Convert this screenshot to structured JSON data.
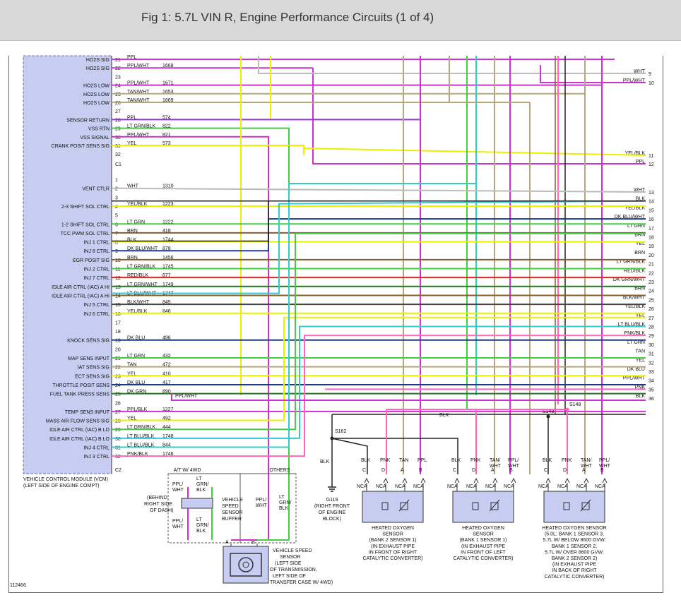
{
  "title": "Fig 1: 5.7L VIN R, Engine Performance Circuits (1 of 4)",
  "figure_number": "112466",
  "vcm": {
    "label_line1": "VEHICLE CONTROL MODULE (VCM)",
    "label_line2": "(LEFT SIDE OF ENGINE COMPT)"
  },
  "connector_c1": {
    "name": "C1",
    "pins": [
      {
        "label": "HO2S SIG",
        "pin": "21",
        "wire": "PPL",
        "circuit": "",
        "color": "#cc33cc"
      },
      {
        "label": "HO2S SIG",
        "pin": "22",
        "wire": "PPL/WHT",
        "circuit": "1668",
        "color": "#cc33cc"
      },
      {
        "label": "",
        "pin": "23",
        "wire": "",
        "circuit": "",
        "color": ""
      },
      {
        "label": "HO2S LOW",
        "pin": "24",
        "wire": "PPL/WHT",
        "circuit": "1671",
        "color": "#cc33cc"
      },
      {
        "label": "HO2S LOW",
        "pin": "25",
        "wire": "TAN/WHT",
        "circuit": "1653",
        "color": "#b5a77c"
      },
      {
        "label": "HO2S LOW",
        "pin": "26",
        "wire": "TAN/WHT",
        "circuit": "1669",
        "color": "#b5a77c"
      },
      {
        "label": "",
        "pin": "27",
        "wire": "",
        "circuit": "",
        "color": ""
      },
      {
        "label": "SENSOR RETURN",
        "pin": "28",
        "wire": "PPL",
        "circuit": "574",
        "color": "#9933cc"
      },
      {
        "label": "VSS RTN",
        "pin": "29",
        "wire": "LT GRN/BLK",
        "circuit": "822",
        "color": "#44cc44"
      },
      {
        "label": "VSS SIGNAL",
        "pin": "30",
        "wire": "PPL/WHT",
        "circuit": "821",
        "color": "#cc33cc"
      },
      {
        "label": "CRANK POSIT SENS SIG",
        "pin": "31",
        "wire": "YEL",
        "circuit": "573",
        "color": "#eeee00"
      },
      {
        "label": "",
        "pin": "32",
        "wire": "",
        "circuit": "",
        "color": ""
      }
    ]
  },
  "connector_c2": {
    "name": "C2",
    "pins": [
      {
        "label": "",
        "pin": "1",
        "wire": "",
        "circuit": "",
        "color": ""
      },
      {
        "label": "VENT CTLR",
        "pin": "2",
        "wire": "WHT",
        "circuit": "1310",
        "color": "#bbbbbb"
      },
      {
        "label": "",
        "pin": "3",
        "wire": "",
        "circuit": "",
        "color": ""
      },
      {
        "label": "2-3 SHIFT SOL CTRL",
        "pin": "4",
        "wire": "YEL/BLK",
        "circuit": "1223",
        "color": "#eeee00"
      },
      {
        "label": "",
        "pin": "5",
        "wire": "",
        "circuit": "",
        "color": ""
      },
      {
        "label": "1-2 SHIFT SOL CTRL",
        "pin": "6",
        "wire": "LT GRN",
        "circuit": "1222",
        "color": "#44cc44"
      },
      {
        "label": "TCC PWM SOL CTRL",
        "pin": "7",
        "wire": "BRN",
        "circuit": "418",
        "color": "#8b5a2b"
      },
      {
        "label": "INJ 1 CTRL",
        "pin": "8",
        "wire": "BLK",
        "circuit": "1744",
        "color": "#222222"
      },
      {
        "label": "INJ 8 CTRL",
        "pin": "9",
        "wire": "DK BLU/WHT",
        "circuit": "878",
        "color": "#1a3a8a"
      },
      {
        "label": "EGR POSIT SIG",
        "pin": "10",
        "wire": "BRN",
        "circuit": "1456",
        "color": "#8b5a2b"
      },
      {
        "label": "INJ 2 CTRL",
        "pin": "11",
        "wire": "LT GRN/BLK",
        "circuit": "1745",
        "color": "#44cc44"
      },
      {
        "label": "INJ 7 CTRL",
        "pin": "12",
        "wire": "RED/BLK",
        "circuit": "877",
        "color": "#e82020"
      },
      {
        "label": "IDLE AIR CTRL (IAC) A HI",
        "pin": "13",
        "wire": "LT GRN/WHT",
        "circuit": "1749",
        "color": "#44cc44"
      },
      {
        "label": "IDLE AIR CTRL (IAC) A HI",
        "pin": "14",
        "wire": "LT BLU/WHT",
        "circuit": "1747",
        "color": "#33cccc"
      },
      {
        "label": "INJ 5 CTRL",
        "pin": "15",
        "wire": "BLK/WHT",
        "circuit": "845",
        "color": "#444444"
      },
      {
        "label": "INJ 6 CTRL",
        "pin": "16",
        "wire": "YEL/BLK",
        "circuit": "846",
        "color": "#eeee00"
      },
      {
        "label": "",
        "pin": "17",
        "wire": "",
        "circuit": "",
        "color": ""
      },
      {
        "label": "",
        "pin": "18",
        "wire": "",
        "circuit": "",
        "color": ""
      },
      {
        "label": "KNOCK SENS SIG",
        "pin": "19",
        "wire": "DK BLU",
        "circuit": "496",
        "color": "#1a3a8a"
      },
      {
        "label": "",
        "pin": "20",
        "wire": "",
        "circuit": "",
        "color": ""
      },
      {
        "label": "MAP SENS INPUT",
        "pin": "21",
        "wire": "LT GRN",
        "circuit": "432",
        "color": "#44cc44"
      },
      {
        "label": "IAT SENS SIG",
        "pin": "22",
        "wire": "TAN",
        "circuit": "472",
        "color": "#b5a77c"
      },
      {
        "label": "ECT SENS SIG",
        "pin": "23",
        "wire": "YEL",
        "circuit": "410",
        "color": "#eeee00"
      },
      {
        "label": "THROTTLE POSIT SENS",
        "pin": "24",
        "wire": "DK BLU",
        "circuit": "417",
        "color": "#1a3a8a"
      },
      {
        "label": "FUEL TANK PRESS SENS",
        "pin": "25",
        "wire": "DK GRN",
        "circuit": "890",
        "color": "#1f7a1f"
      },
      {
        "label": "",
        "pin": "26",
        "wire": "",
        "circuit": "",
        "color": ""
      },
      {
        "label": "TEMP SENS INPUT",
        "pin": "27",
        "wire": "PPL/BLK",
        "circuit": "1227",
        "color": "#cc33cc"
      },
      {
        "label": "MASS AIR FLOW SENS SIG",
        "pin": "28",
        "wire": "YEL",
        "circuit": "492",
        "color": "#eeee00"
      },
      {
        "label": "IDLE AIR CTRL (IAC) B LO",
        "pin": "29",
        "wire": "LT GRN/BLK",
        "circuit": "444",
        "color": "#44cc44"
      },
      {
        "label": "IDLE AIR CTRL (IAC) B LO",
        "pin": "30",
        "wire": "LT BLU/BLK",
        "circuit": "1748",
        "color": "#33cccc"
      },
      {
        "label": "INJ 4 CTRL",
        "pin": "31",
        "wire": "LT BLU/BLK",
        "circuit": "844",
        "color": "#33cccc"
      },
      {
        "label": "INJ 3 CTRL",
        "pin": "32",
        "wire": "PNK/BLK",
        "circuit": "1746",
        "color": "#ff66bb"
      }
    ]
  },
  "right_wires": [
    {
      "n": "9",
      "label": "WHT",
      "color": "#bbbbbb"
    },
    {
      "n": "10",
      "label": "PPL/WHT",
      "color": "#cc33cc"
    },
    {
      "n": "11",
      "label": "YEL/BLK",
      "color": "#eeee00"
    },
    {
      "n": "12",
      "label": "PPL",
      "color": "#9933cc"
    },
    {
      "n": "13",
      "label": "WHT",
      "color": "#bbbbbb"
    },
    {
      "n": "14",
      "label": "BLK",
      "color": "#222222"
    },
    {
      "n": "15",
      "label": "YEL/BLK",
      "color": "#eeee00"
    },
    {
      "n": "16",
      "label": "DK BLU/WHT",
      "color": "#1a3a8a"
    },
    {
      "n": "17",
      "label": "LT GRN",
      "color": "#44cc44"
    },
    {
      "n": "18",
      "label": "BRN",
      "color": "#8b5a2b"
    },
    {
      "n": "19",
      "label": "YEL",
      "color": "#eeee00"
    },
    {
      "n": "20",
      "label": "BRN",
      "color": "#8b5a2b"
    },
    {
      "n": "21",
      "label": "LT GRN/BLK",
      "color": "#44cc44"
    },
    {
      "n": "22",
      "label": "RED/BLK",
      "color": "#e82020"
    },
    {
      "n": "23",
      "label": "DK GRN/WHT",
      "color": "#1f7a1f"
    },
    {
      "n": "24",
      "label": "BRN",
      "color": "#8b5a2b"
    },
    {
      "n": "25",
      "label": "BLK/WHT",
      "color": "#444444"
    },
    {
      "n": "26",
      "label": "YEL/BLK",
      "color": "#eeee00"
    },
    {
      "n": "27",
      "label": "YEL",
      "color": "#eeee00"
    },
    {
      "n": "28",
      "label": "LT BLU/BLK",
      "color": "#33cccc"
    },
    {
      "n": "29",
      "label": "PNK/BLK",
      "color": "#ff66bb"
    },
    {
      "n": "30",
      "label": "LT GRN",
      "color": "#44cc44"
    },
    {
      "n": "31",
      "label": "TAN",
      "color": "#b5a77c"
    },
    {
      "n": "32",
      "label": "YEL",
      "color": "#eeee00"
    },
    {
      "n": "33",
      "label": "DK BLU",
      "color": "#1a3a8a"
    },
    {
      "n": "34",
      "label": "PPL/WHT",
      "color": "#cc33cc"
    },
    {
      "n": "35",
      "label": "PNK",
      "color": "#ff66bb"
    },
    {
      "n": "36",
      "label": "BLK",
      "color": "#222222"
    }
  ],
  "pin25_ext_label": "PPL/WHT",
  "bottom": {
    "blk_bus": "BLK",
    "s162": "S162",
    "s149": "S149",
    "s148": "S148",
    "ground_blk": "BLK",
    "g119_line1": "G119",
    "g119_line2": "(RIGHT FRONT",
    "g119_line3": "OF ENGINE",
    "g119_line4": "BLOCK)"
  },
  "vss_buffer": {
    "at_4wd": "A/T W/ 4WD",
    "others": "OTHERS",
    "ppl_wht_top": "PPL/\nWHT",
    "lt_grn_blk_top": "LT\nGRN/\nBLK",
    "behind_line1": "(BEHIND",
    "behind_line2": "RIGHT SIDE",
    "behind_line3": "OF DASH)",
    "name_line1": "VEHICLE",
    "name_line2": "SPEED",
    "name_line3": "SENSOR",
    "name_line4": "BUFFER",
    "ppl_wht_bot": "PPL/\nWHT",
    "lt_grn_blk_bot": "LT\nGRN/\nBLK",
    "others_ppl_wht": "PPL/\nWHT",
    "others_lt_grn_blk": "LT\nGRN/\nBLK"
  },
  "vss": {
    "pin_a": "A",
    "pin_b": "B",
    "line1": "VEHICLE SPEED",
    "line2": "SENSOR",
    "line3": "(LEFT SIDE",
    "line4": "OF TRANSMISSION,",
    "line5": "LEFT SIDE OF",
    "line6": "TRANSFER CASE W/ 4WD)"
  },
  "sensors": [
    {
      "wires": [
        {
          "pin": "C",
          "label": "BLK"
        },
        {
          "pin": "D",
          "label": "PNK"
        },
        {
          "pin": "A",
          "label": "TAN"
        },
        {
          "pin": "B",
          "label": "PPL"
        }
      ],
      "nca": "NCA",
      "lines": [
        "HEATED OXYGEN",
        "SENSOR",
        "(BANK 2 SENSOR 1)",
        "(IN EXHAUST PIPE",
        "IN FRONT OF RIGHT",
        "CATALYTIC CONVERTER)"
      ]
    },
    {
      "wires": [
        {
          "pin": "C",
          "label": "BLK"
        },
        {
          "pin": "D",
          "label": "PNK"
        },
        {
          "pin": "A",
          "label": "TAN/\nWHT"
        },
        {
          "pin": "B",
          "label": "PPL/\nWHT"
        }
      ],
      "nca": "NCA",
      "lines": [
        "HEATED OXYGEN",
        "SENSOR",
        "(BANK 1 SENSOR 1)",
        "(IN EXHAUST PIPE",
        "IN FRONT OF LEFT",
        "CATALYTIC CONVERTER)"
      ]
    },
    {
      "wires": [
        {
          "pin": "C",
          "label": "BLK"
        },
        {
          "pin": "D",
          "label": "PNK"
        },
        {
          "pin": "A",
          "label": "TAN/\nWHT"
        },
        {
          "pin": "B",
          "label": "PPL/\nWHT"
        }
      ],
      "nca": "NCA",
      "lines": [
        "HEATED OXYGEN SENSOR",
        "(5.0L: BANK 1 SENSOR 3,",
        "5.7L W/ BELOW 8600 GVW:",
        "BANK 1 SENSOR 2,",
        "5.7L W/ OVER 8600 GVW:",
        "BANK 2 SENSOR 2)",
        "(IN EXHAUST PIPE",
        "IN BACK OF RIGHT",
        "CATALYTIC CONVERTER)"
      ]
    }
  ]
}
